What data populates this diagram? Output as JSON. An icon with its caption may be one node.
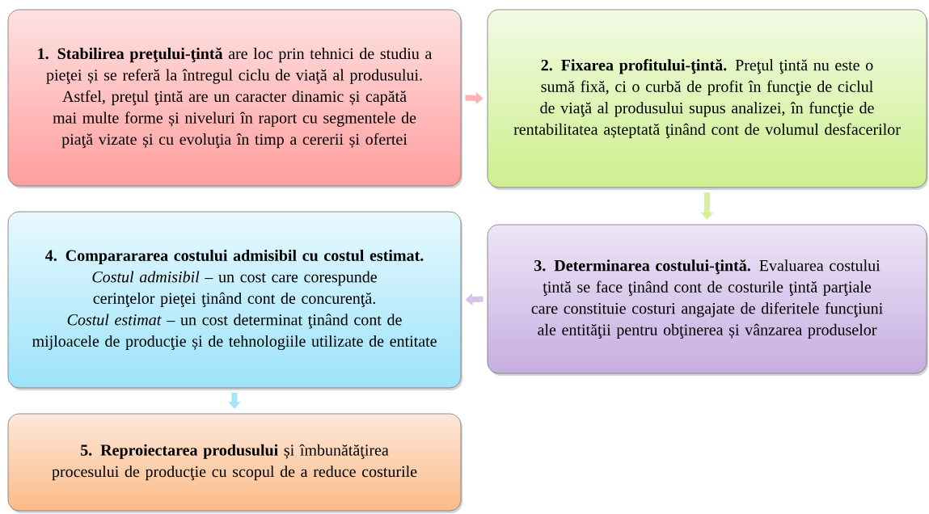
{
  "diagram": {
    "nodes": [
      {
        "text": [
          "**1. Stabilirea preţului-ţintă** are loc prin tehnici de studiu a pieţei și se referă la întregul ciclu de viaţă al produsului. Astfel, preţul ţintă are un caracter dinamic și capătă mai multe forme și niveluri în raport cu segmentele de piaţă vizate și cu evoluţia în timp a cererii și ofertei"
        ]
      },
      {
        "text": [
          "**2. Fixarea  profitului-ţintă.** Preţul ţintă nu este o sumă fixă, ci o curbă de profit în funcţie de ciclul de viaţă al produsului supus analizei, în funcţie de rentabilitatea așteptată ţinând cont de volumul desfacerilor"
        ]
      },
      {
        "text": [
          "4. Comparararea costului admisibil cu costul estimat.",
          "*Costul admisibil* – un cost care corespunde cerinţelor pieţei ţinând cont de concurenţă.",
          "*Costul estimat* – un cost determinat ţinând cont de mijloacele de producţie și de tehnologiile utilizate de entitate"
        ]
      },
      {
        "text": [
          "**3. Determinarea costului-ţintă.** Evaluarea costului ţintă se face ţinând cont de costurile ţintă parţiale care constituie costuri angajate de diferitele funcţiuni ale entităţii pentru obţinerea  și vânzarea produselor"
        ]
      },
      {
        "text": [
          "**5. Reproiectarea produsului** și îmbunătăţirea procesului de producţie cu scopul de a reduce costurile"
        ]
      }
    ],
    "edges": [
      {
        "from": 0,
        "to": 1,
        "arrow": "to"
      },
      {
        "from": 1,
        "to": 3,
        "arrow": "to"
      },
      {
        "from": 3,
        "to": 2,
        "arrow": "to"
      },
      {
        "from": 2,
        "to": 4,
        "arrow": "to"
      }
    ]
  }
}
